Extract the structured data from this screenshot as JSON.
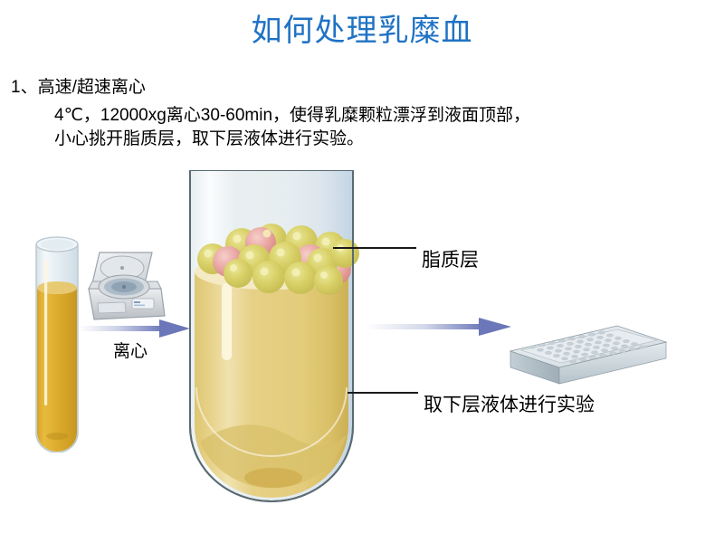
{
  "slide": {
    "title": "如何处理乳糜血",
    "title_color": "#1f72c4",
    "background": "#ffffff"
  },
  "content": {
    "heading": "1、高速/超速离心",
    "paragraph_line1": "4℃，12000xg离心30-60min，使得乳糜颗粒漂浮到液面顶部，",
    "paragraph_line2": "小心挑开脂质层，取下层液体进行实验。"
  },
  "figure": {
    "small_tube": {
      "name": "sample-tube-before",
      "liquid_color": "#dcaa28",
      "glass_color": "#dfe8ec"
    },
    "centrifuge": {
      "name": "centrifuge-machine",
      "body_color": "#d8dade"
    },
    "arrow_centrifuge": {
      "label": "离心",
      "color": "#6b77b8"
    },
    "main_tube": {
      "name": "sample-tube-after",
      "liquid_color": "#e3cd7e",
      "glass_color": "#dde7ee",
      "lipid_sphere_yellow": "#d6cc60",
      "lipid_sphere_pink": "#e8a0a0"
    },
    "arrow_plate": {
      "color": "#6b77b8"
    },
    "plate": {
      "name": "96-well-microplate",
      "color": "#ccd6dc",
      "wells_rows": 8,
      "wells_cols": 12
    },
    "callouts": {
      "lipid_layer": "脂质层",
      "lower_liquid": "取下层液体进行实验"
    }
  }
}
